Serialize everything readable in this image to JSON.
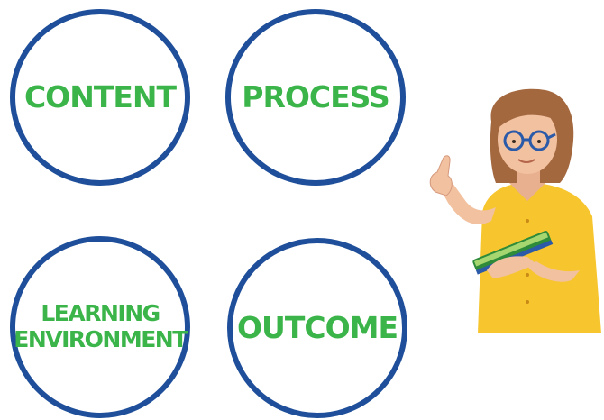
{
  "diagram": {
    "circles": [
      {
        "label": "CONTENT"
      },
      {
        "label": "PROCESS"
      },
      {
        "label": "LEARNING\nENVIRONMENT"
      },
      {
        "label": "OUTCOME"
      }
    ],
    "colors": {
      "circle_border": "#1f4f9a",
      "label_text": "#3bb54a",
      "shirt": "#f7c52e",
      "hair": "#a4683f",
      "skin": "#f2c1a0",
      "book": "#2e8b3a"
    },
    "illustration": "teacher-pointing-holding-book"
  }
}
